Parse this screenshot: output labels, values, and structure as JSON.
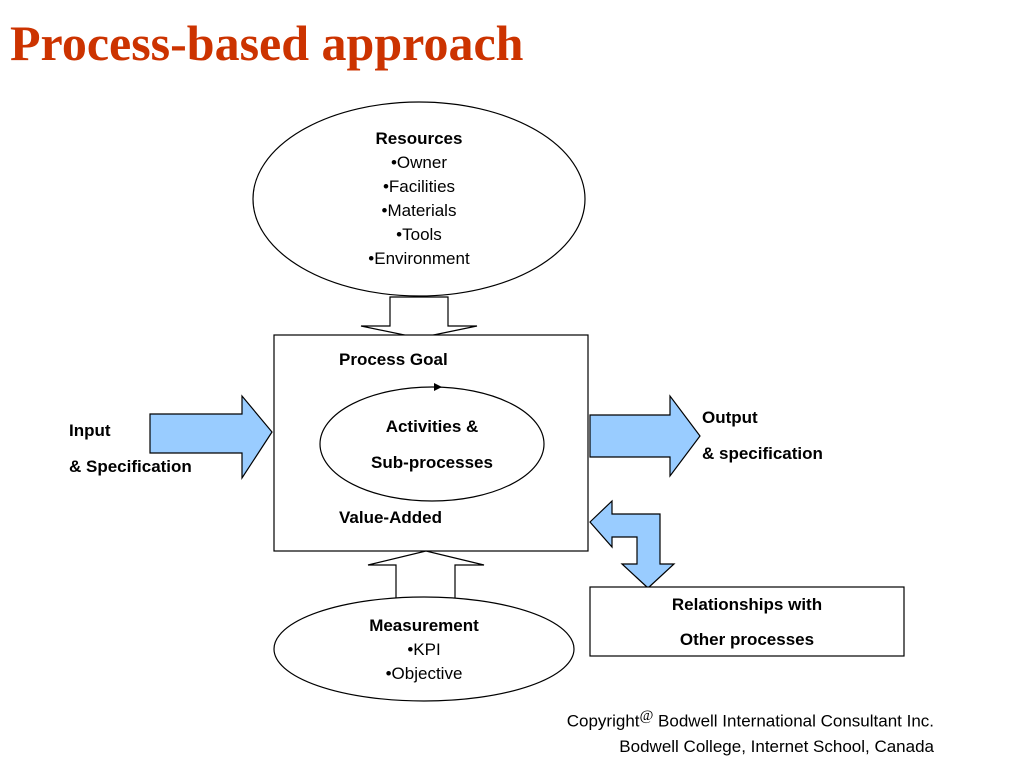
{
  "title": "Process-based approach",
  "resources": {
    "heading": "Resources",
    "items": [
      "•Owner",
      "•Facilities",
      "•Materials",
      "•Tools",
      "•Environment"
    ]
  },
  "process": {
    "goal": "Process Goal",
    "activities_line1": "Activities &",
    "activities_line2": "Sub-processes",
    "value_added": "Value-Added"
  },
  "input": {
    "line1": "Input",
    "line2": "& Specification"
  },
  "output": {
    "line1": "Output",
    "line2": "& specification"
  },
  "measurement": {
    "heading": "Measurement",
    "items": [
      "•KPI",
      "•Objective"
    ]
  },
  "relationships": {
    "line1": "Relationships with",
    "line2": "Other processes"
  },
  "copyright": {
    "prefix": "Copyright",
    "symbol": "@",
    "line1_rest": " Bodwell International Consultant Inc.",
    "line2": "Bodwell College, Internet School, Canada"
  },
  "colors": {
    "title": "#cc3300",
    "arrow_fill": "#99ccff"
  }
}
